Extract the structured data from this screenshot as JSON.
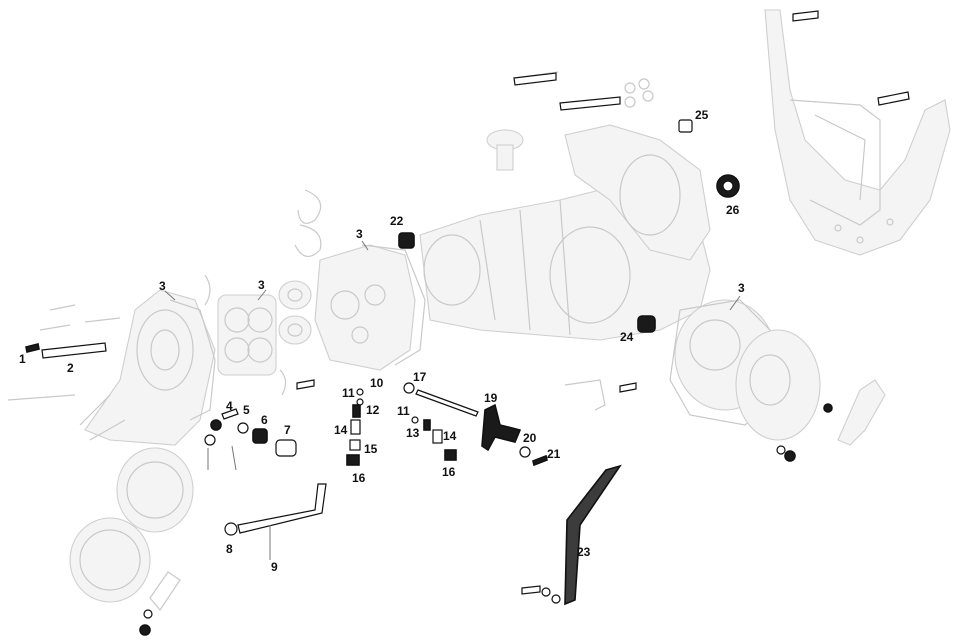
{
  "diagram": {
    "callouts": [
      {
        "id": "c1",
        "text": "1"
      },
      {
        "id": "c2",
        "text": "2"
      },
      {
        "id": "c3a",
        "text": "3"
      },
      {
        "id": "c3b",
        "text": "3"
      },
      {
        "id": "c3c",
        "text": "3"
      },
      {
        "id": "c3d",
        "text": "3"
      },
      {
        "id": "c4",
        "text": "4"
      },
      {
        "id": "c5",
        "text": "5"
      },
      {
        "id": "c6",
        "text": "6"
      },
      {
        "id": "c7",
        "text": "7"
      },
      {
        "id": "c8",
        "text": "8"
      },
      {
        "id": "c9",
        "text": "9"
      },
      {
        "id": "c10",
        "text": "10"
      },
      {
        "id": "c11a",
        "text": "11"
      },
      {
        "id": "c11b",
        "text": "11"
      },
      {
        "id": "c12",
        "text": "12"
      },
      {
        "id": "c13",
        "text": "13"
      },
      {
        "id": "c14a",
        "text": "14"
      },
      {
        "id": "c14b",
        "text": "14"
      },
      {
        "id": "c15",
        "text": "15"
      },
      {
        "id": "c16a",
        "text": "16"
      },
      {
        "id": "c16b",
        "text": "16"
      },
      {
        "id": "c17",
        "text": "17"
      },
      {
        "id": "c19",
        "text": "19"
      },
      {
        "id": "c20",
        "text": "20"
      },
      {
        "id": "c21",
        "text": "21"
      },
      {
        "id": "c22",
        "text": "22"
      },
      {
        "id": "c23",
        "text": "23"
      },
      {
        "id": "c24",
        "text": "24"
      },
      {
        "id": "c25",
        "text": "25"
      },
      {
        "id": "c26",
        "text": "26"
      }
    ]
  }
}
